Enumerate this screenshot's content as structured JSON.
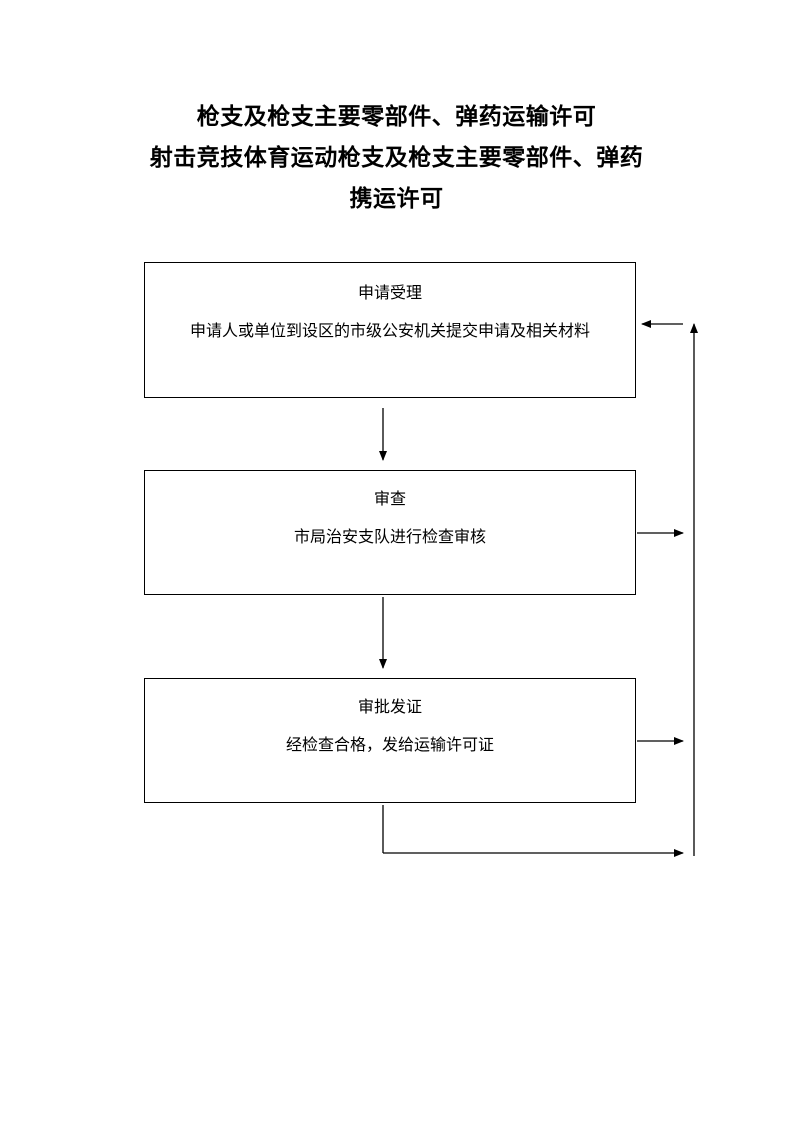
{
  "title": {
    "line1": "枪支及枪支主要零部件、弹药运输许可",
    "line2": "射击竞技体育运动枪支及枪支主要零部件、弹药",
    "line3": "携运许可"
  },
  "steps": [
    {
      "title": "申请受理",
      "description": "申请人或单位到设区的市级公安机关提交申请及相关材料"
    },
    {
      "title": "审查",
      "description": "市局治安支队进行检查审核"
    },
    {
      "title": "审批发证",
      "description": "经检查合格，发给运输许可证"
    }
  ]
}
